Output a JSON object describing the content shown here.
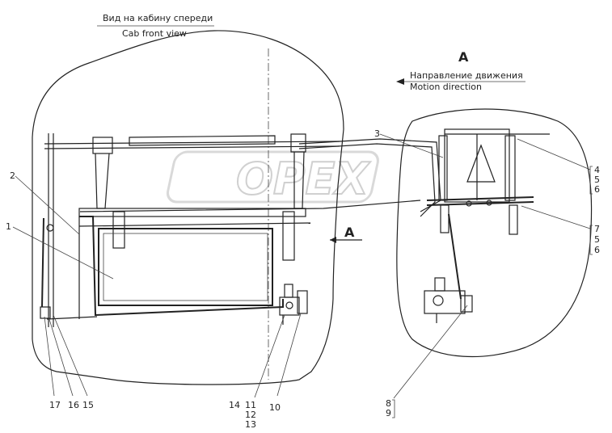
{
  "header": {
    "title_ru": "Вид на кабину спереди",
    "title_en": "Cab front view"
  },
  "view_a": {
    "letter": "A",
    "direction_ru": "Направление движения",
    "direction_en": "Motion direction",
    "arrow_label": "A"
  },
  "watermark": "OPEX",
  "callouts": {
    "c1": "1",
    "c2": "2",
    "c3": "3",
    "c4": "4",
    "c5a": "5",
    "c6a": "6",
    "c7": "7",
    "c5b": "5",
    "c6b": "6",
    "c8": "8",
    "c9": "9",
    "c10": "10",
    "c11": "11",
    "c12": "12",
    "c13": "13",
    "c14": "14",
    "c15": "15",
    "c16": "16",
    "c17": "17"
  }
}
